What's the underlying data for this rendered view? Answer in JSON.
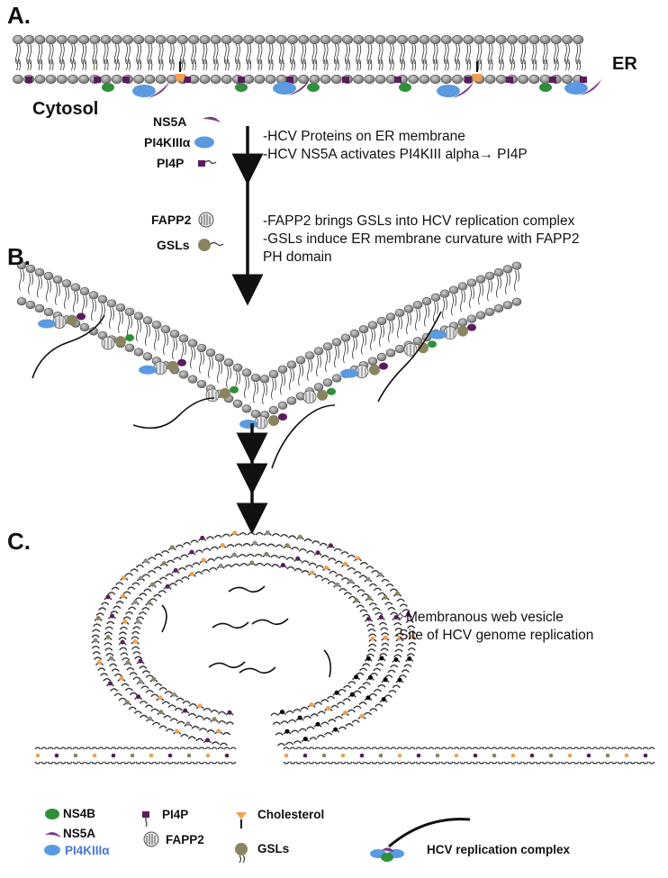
{
  "panels": {
    "a": "A.",
    "b": "B.",
    "c": "C."
  },
  "labels": {
    "er": "ER",
    "cytosol": "Cytosol"
  },
  "step1": {
    "keys": [
      "NS5A",
      "PI4KIIIα",
      "PI4P"
    ],
    "notes": [
      "-HCV Proteins on ER membrane",
      "-HCV NS5A activates PI4KIII alpha→ PI4P"
    ]
  },
  "step2": {
    "keys": [
      "FAPP2",
      "GSLs"
    ],
    "notes": [
      "-FAPP2 brings GSLs into HCV replication complex",
      "-GSLs induce ER membrane curvature with FAPP2",
      "PH domain"
    ]
  },
  "step3": {
    "notes": [
      "✧Membranous web vesicle",
      "-Site of HCV genome replication"
    ]
  },
  "legend": {
    "ns4b": "NS4B",
    "ns5a": "NS5A",
    "pi4k": "PI4KIIIα",
    "pi4p": "PI4P",
    "fapp2": "FAPP2",
    "cholesterol": "Cholesterol",
    "gsls": "GSLs",
    "replication_complex": "HCV replication complex"
  },
  "colors": {
    "lipid_head": "#8c8c8c",
    "ns4b": "#2f8f3a",
    "ns5a": "#7b3a8a",
    "pi4k": "#5b9ae0",
    "pi4p": "#5a1c5e",
    "cholesterol": "#f0a050",
    "gsl": "#8a8460",
    "fapp2": "#dddddd"
  }
}
